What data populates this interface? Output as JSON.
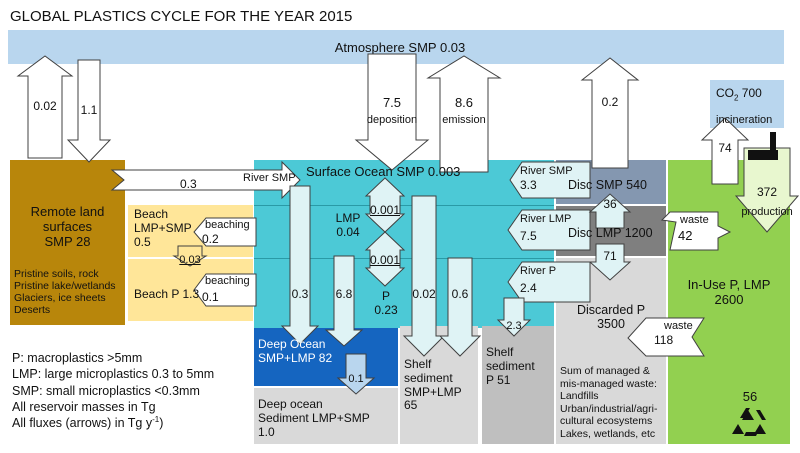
{
  "title": "GLOBAL PLASTICS CYCLE FOR THE YEAR 2015",
  "atmosphere": "Atmosphere SMP 0.03",
  "co2": {
    "prefix": "CO",
    "sub": "2",
    "value": " 700"
  },
  "incineration": "incineration",
  "remote_land": {
    "title": [
      "Remote land",
      "surfaces",
      "SMP 28"
    ],
    "items": [
      "Pristine soils, rock",
      "Pristine lake/wetlands",
      "Glaciers, ice sheets",
      "Deserts"
    ]
  },
  "beach_top": [
    "Beach",
    "LMP+SMP",
    "0.5"
  ],
  "beach_bottom": "Beach P 1.3",
  "surface_ocean": "Surface Ocean SMP 0.003",
  "lmp_mid": [
    "LMP",
    "0.04"
  ],
  "p_mid": [
    "P",
    "0.23"
  ],
  "disc_smp": "Disc SMP 540",
  "disc_lmp": "Disc LMP 1200",
  "discarded": {
    "title": [
      "Discarded P",
      "3500"
    ],
    "items": [
      "Sum of managed &",
      "mis-managed waste:",
      "Landfills",
      "Urban/industrial/agri-",
      "cultural ecosystems",
      "Lakes, wetlands, etc"
    ]
  },
  "in_use": [
    "In-Use P, LMP",
    "2600"
  ],
  "deep_ocean": [
    "Deep Ocean",
    "SMP+LMP 82"
  ],
  "deep_sediment": [
    "Deep ocean",
    "Sediment LMP+SMP",
    "1.0"
  ],
  "shelf_sediment_lmp": [
    "Shelf",
    "sediment",
    "SMP+LMP",
    "65"
  ],
  "shelf_sediment_p": [
    "Shelf",
    "sediment",
    "P 51"
  ],
  "recycle_value": "56",
  "legend": [
    "P: macroplastics >5mm",
    "LMP: large microplastics 0.3 to 5mm",
    "SMP: small microplastics <0.3mm",
    "All reservoir masses in Tg"
  ],
  "legend_flux": {
    "prefix": "All fluxes (arrows) in Tg y",
    "sup": "-1",
    "suffix": ")"
  },
  "arrows": {
    "remote_up": "0.02",
    "remote_down": "1.1",
    "deposition_value": "7.5",
    "deposition_label": "deposition",
    "emission_value": "8.6",
    "emission_label": "emission",
    "disc_up": "0.2",
    "incin_value": "74",
    "production_value": "372",
    "production_label": "production",
    "river_smp_left_label": "River SMP",
    "river_smp_left_value": "0.3",
    "river_smp_right_label": "River SMP",
    "river_smp_right_value": "3.3",
    "river_lmp_label": "River LMP",
    "river_lmp_value": "7.5",
    "river_p_label": "River P",
    "river_p_value": "2.4",
    "disc_exchange_value": "36",
    "disc_to_discarded_value": "71",
    "waste_top_label": "waste",
    "waste_top_value": "42",
    "waste_bottom_label": "waste",
    "waste_bottom_value": "118",
    "beaching_top_label": "beaching",
    "beaching_top_value": "0.2",
    "beaching_bottom_label": "beaching",
    "beaching_bottom_value": "0.1",
    "beach_exchange_value": "0.03",
    "deep_sink_1": "0.3",
    "deep_sink_2": "6.8",
    "mix_top": "0.001",
    "mix_bottom": "0.001",
    "shelf_1": "0.02",
    "shelf_2": "0.6",
    "shelf_p": "2.3",
    "sediment_deep": "0.1"
  },
  "colors": {
    "atmosphere": "#b9d6ee",
    "remote_land": "#b8860b",
    "beach": "#ffe699",
    "surface_ocean": "#4cc9d6",
    "deep_ocean": "#1565c0",
    "in_use": "#92d050",
    "disc_smp": "#8497b0",
    "disc_lmp": "#7f7f7f",
    "grey_box": "#d9d9d9",
    "arrow_light": "#dff3f5"
  }
}
